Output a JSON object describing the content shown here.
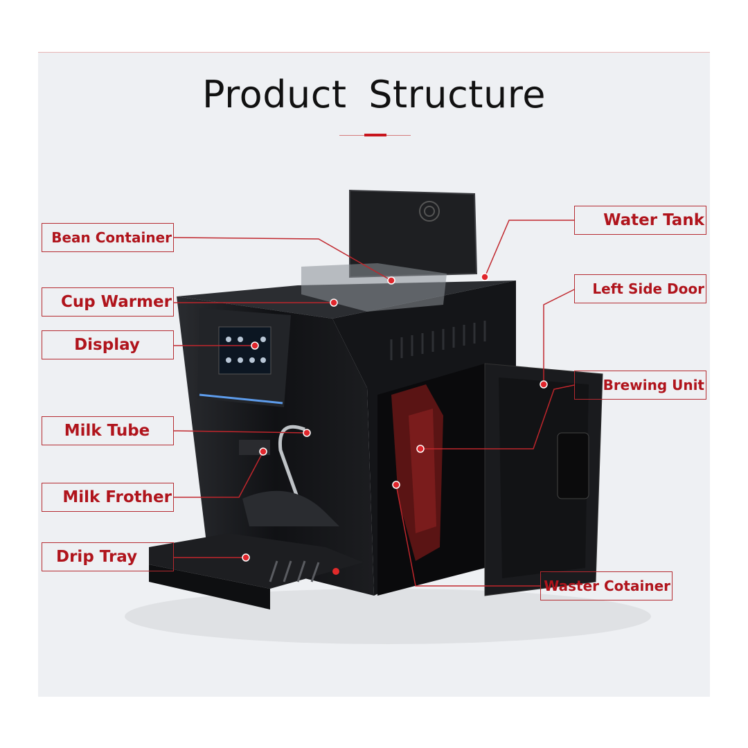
{
  "title": "Product  Structure",
  "colors": {
    "label_text": "#b0141c",
    "label_border": "#b52a30",
    "accent": "#c8141c",
    "background": "#eef0f3"
  },
  "labels": {
    "bean_container": "Bean Container",
    "cup_warmer": "Cup Warmer",
    "display": "Display",
    "milk_tube": "Milk Tube",
    "milk_frother": "Milk Frother",
    "drip_tray": "Drip Tray",
    "water_tank": "Water Tank",
    "left_side_door": "Left Side Door",
    "brewing_unit": "Brewing Unit",
    "waster_cotainer": "Waster Cotainer"
  }
}
